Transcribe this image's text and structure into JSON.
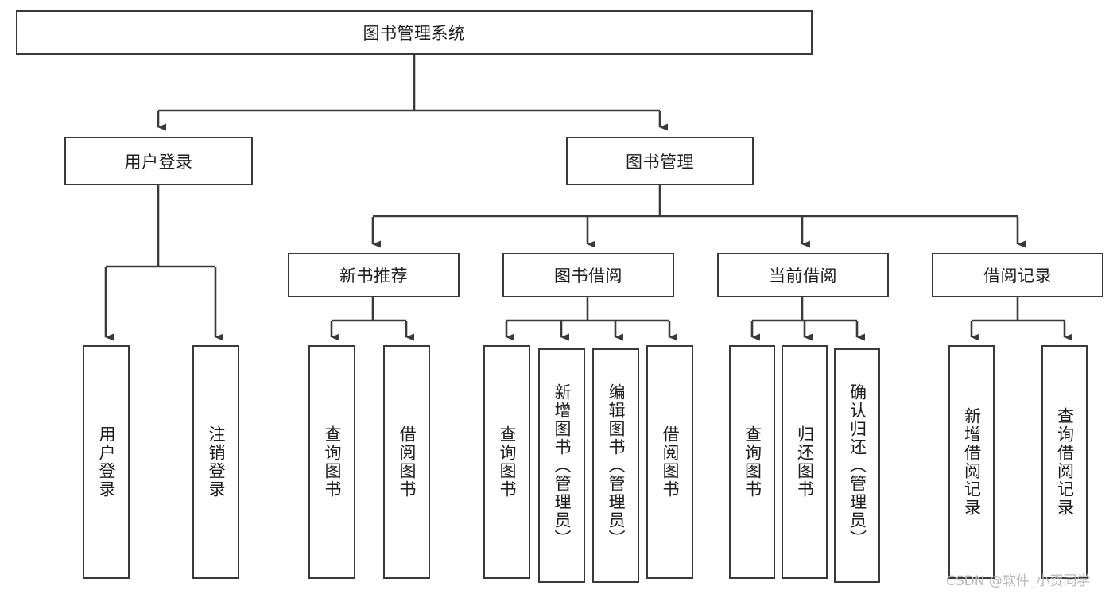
{
  "diagram": {
    "title_node": {
      "label": "图书管理系统"
    },
    "level1": [
      {
        "id": "user-login",
        "label": "用户登录"
      },
      {
        "id": "book-manage",
        "label": "图书管理"
      }
    ],
    "level2": [
      {
        "id": "new-book-recommend",
        "label": "新书推荐"
      },
      {
        "id": "book-borrow",
        "label": "图书借阅"
      },
      {
        "id": "current-borrow",
        "label": "当前借阅"
      },
      {
        "id": "borrow-record",
        "label": "借阅记录"
      }
    ],
    "leaves": {
      "user_login": [
        {
          "id": "leaf-user-login",
          "label": "用户登录"
        },
        {
          "id": "leaf-logout-login",
          "label": "注销登录"
        }
      ],
      "new_book_recommend": [
        {
          "id": "leaf-query-book-1",
          "label": "查询图书"
        },
        {
          "id": "leaf-borrow-book-1",
          "label": "借阅图书"
        }
      ],
      "book_borrow": [
        {
          "id": "leaf-query-book-2",
          "label": "查询图书"
        },
        {
          "id": "leaf-add-book-admin",
          "label": "新增图书（管理员）"
        },
        {
          "id": "leaf-edit-book-admin",
          "label": "编辑图书（管理员）"
        },
        {
          "id": "leaf-borrow-book-2",
          "label": "借阅图书"
        }
      ],
      "current_borrow": [
        {
          "id": "leaf-query-book-3",
          "label": "查询图书"
        },
        {
          "id": "leaf-return-book",
          "label": "归还图书"
        },
        {
          "id": "leaf-confirm-return-admin",
          "label": "确认归还（管理员）"
        }
      ],
      "borrow_record": [
        {
          "id": "leaf-add-borrow-record",
          "label": "新增借阅记录"
        },
        {
          "id": "leaf-query-borrow-record",
          "label": "查询借阅记录"
        }
      ]
    }
  },
  "watermark": {
    "text": "CSDN @软件_小贺同学"
  },
  "colors": {
    "stroke": "#3a3a3a",
    "background": "#ffffff",
    "text": "#1d1d1d",
    "watermark": "#b9b9b9"
  }
}
